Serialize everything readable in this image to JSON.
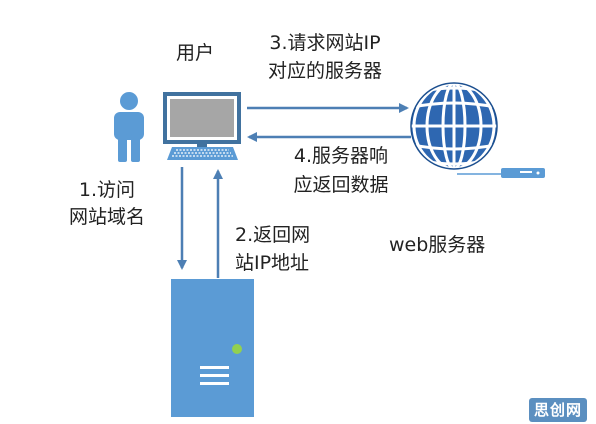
{
  "labels": {
    "user": "用户",
    "step1_line1": "1.访问",
    "step1_line2": "网站域名",
    "step2_line1": "2.返回网",
    "step2_line2": "站IP地址",
    "step3_line1": "3.请求网站IP",
    "step3_line2": "对应的服务器",
    "step4_line1": "4.服务器响",
    "step4_line2": "应返回数据",
    "web_server": "web服务器"
  },
  "watermark": "思创网",
  "colors": {
    "accent": "#5b9bd5",
    "accent_dark": "#41729f",
    "arrow": "#4d7fb4",
    "text": "#222222",
    "led": "#92d050"
  },
  "icons": [
    "person-icon",
    "computer-monitor-icon",
    "keyboard-icon",
    "globe-icon",
    "rack-server-icon",
    "dns-server-tower-icon"
  ]
}
